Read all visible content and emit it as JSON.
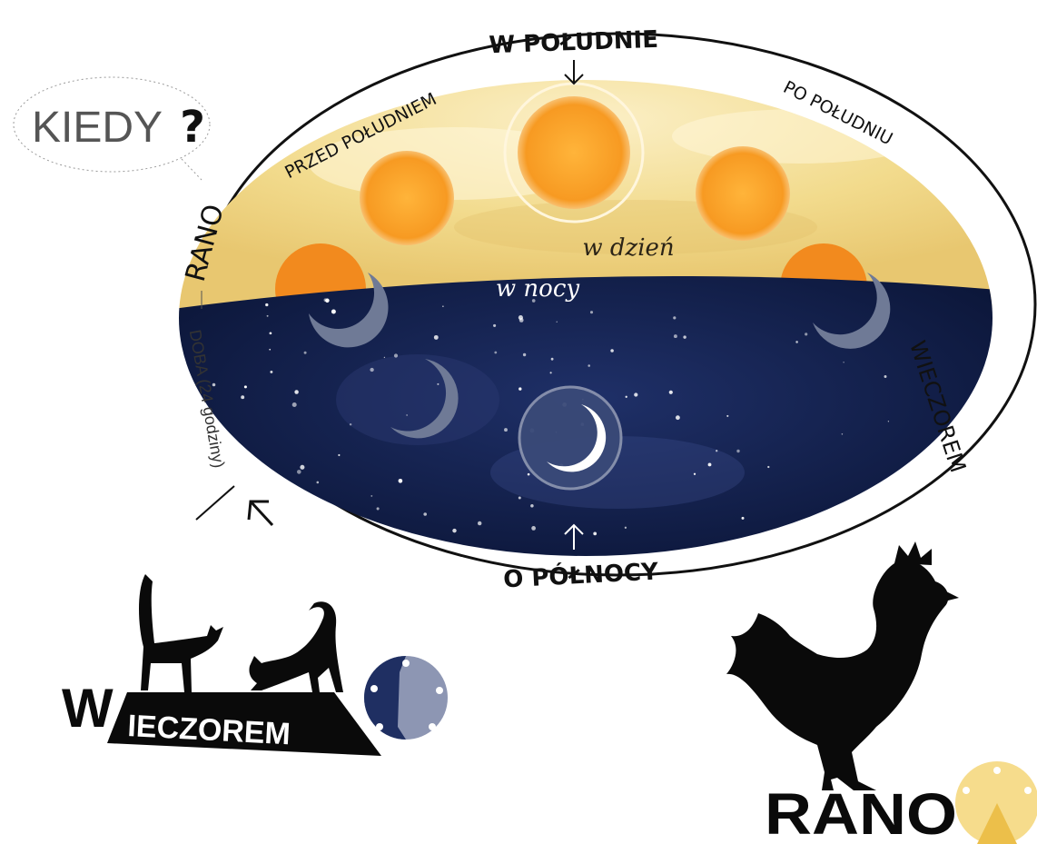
{
  "question": {
    "text": "KIEDY",
    "mark": "?"
  },
  "times": {
    "noon": "W POŁUDNIE",
    "forenoon": "PRZED POŁUDNIEM",
    "afternoon": "PO POŁUDNIU",
    "morning": "RANO",
    "evening": "WIECZOREM",
    "midnight": "O PÓŁNOCY"
  },
  "day_label": "w dzień",
  "night_label": "w nocy",
  "doba": "DOBA (24 godziny)",
  "evening_sign": {
    "initial": "W",
    "rest": "IECZOREM"
  },
  "morning_sign": "RANO",
  "colors": {
    "day_sky": "#f3dc8e",
    "night_sky": "#0f1d46",
    "sun": "#f7a52a",
    "sun_rim": "#fbd08a",
    "moon": "#6f7a96",
    "clock_night": "#1f2f62",
    "clock_day": "#f4d27a",
    "silhouette": "#0a0a0a"
  },
  "icons": [
    "sun-icon",
    "moon-icon",
    "cat-icon",
    "rooster-icon",
    "clock-icon",
    "arrow-icon"
  ]
}
